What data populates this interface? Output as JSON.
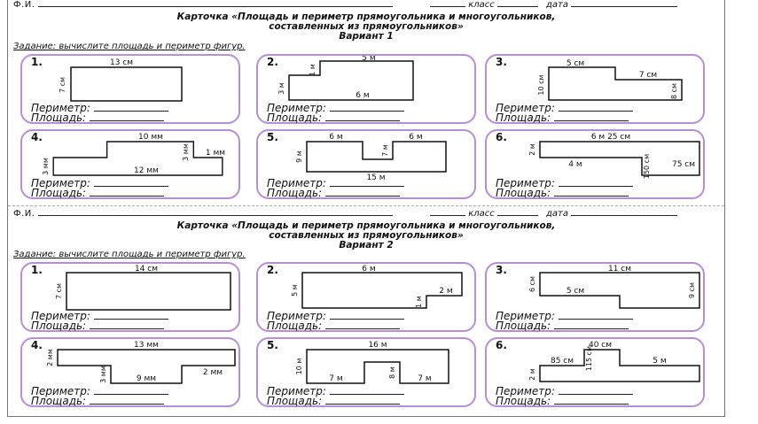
{
  "header": {
    "fio": "Ф.И.",
    "klass": "класс",
    "data": "дата"
  },
  "variant1": {
    "title_line1": "Карточка «Площадь и периметр прямоугольника и многоугольников,",
    "title_line2": "составленных из прямоугольников»",
    "variant": "Вариант 1",
    "task": "Задание: вычислите площадь и периметр фигур.",
    "perimeter_label": "Периметр:",
    "area_label": "Площадь:",
    "cards": [
      {
        "num": "1.",
        "labels": {
          "a": "13 см",
          "b": "7 см"
        }
      },
      {
        "num": "2.",
        "labels": {
          "a": "5 м",
          "b": "1 м",
          "c": "3 м",
          "d": "6 м"
        }
      },
      {
        "num": "3.",
        "labels": {
          "a": "5 см",
          "b": "7 см",
          "c": "10 см",
          "d": "8 см"
        }
      },
      {
        "num": "4.",
        "labels": {
          "a": "10 мм",
          "b": "3 мм",
          "c": "1 мм",
          "d": "3 мм",
          "e": "12 мм"
        }
      },
      {
        "num": "5.",
        "labels": {
          "a": "6 м",
          "b": "6 м",
          "c": "7 м",
          "d": "9 м",
          "e": "15 м"
        }
      },
      {
        "num": "6.",
        "labels": {
          "a": "6 м 25 см",
          "b": "2 м",
          "c": "4 м",
          "d": "150 см",
          "e": "75 см"
        }
      }
    ]
  },
  "variant2": {
    "title_line1": "Карточка «Площадь и периметр прямоугольника и многоугольников,",
    "title_line2": "составленных из прямоугольников»",
    "variant": "Вариант 2",
    "task": "Задание: вычислите площадь и периметр фигур.",
    "perimeter_label": "Периметр:",
    "area_label": "Площадь:",
    "cards": [
      {
        "num": "1.",
        "labels": {
          "a": "14 см",
          "b": "7 см"
        }
      },
      {
        "num": "2.",
        "labels": {
          "a": "6 м",
          "b": "5 м",
          "c": "2 м",
          "d": "1 м"
        }
      },
      {
        "num": "3.",
        "labels": {
          "a": "11 см",
          "b": "6 см",
          "c": "5 см",
          "d": "9 см"
        }
      },
      {
        "num": "4.",
        "labels": {
          "a": "13 мм",
          "b": "2 мм",
          "c": "3 мм",
          "d": "9 мм",
          "e": "2 мм"
        }
      },
      {
        "num": "5.",
        "labels": {
          "a": "16 м",
          "b": "10 м",
          "c": "8 м",
          "d": "7 м",
          "e": "7 м"
        }
      },
      {
        "num": "6.",
        "labels": {
          "a": "40 см",
          "b": "85 см",
          "c": "115 см",
          "d": "5 м",
          "e": "2 м"
        }
      }
    ]
  },
  "colors": {
    "card_border": "#b48fd3"
  }
}
